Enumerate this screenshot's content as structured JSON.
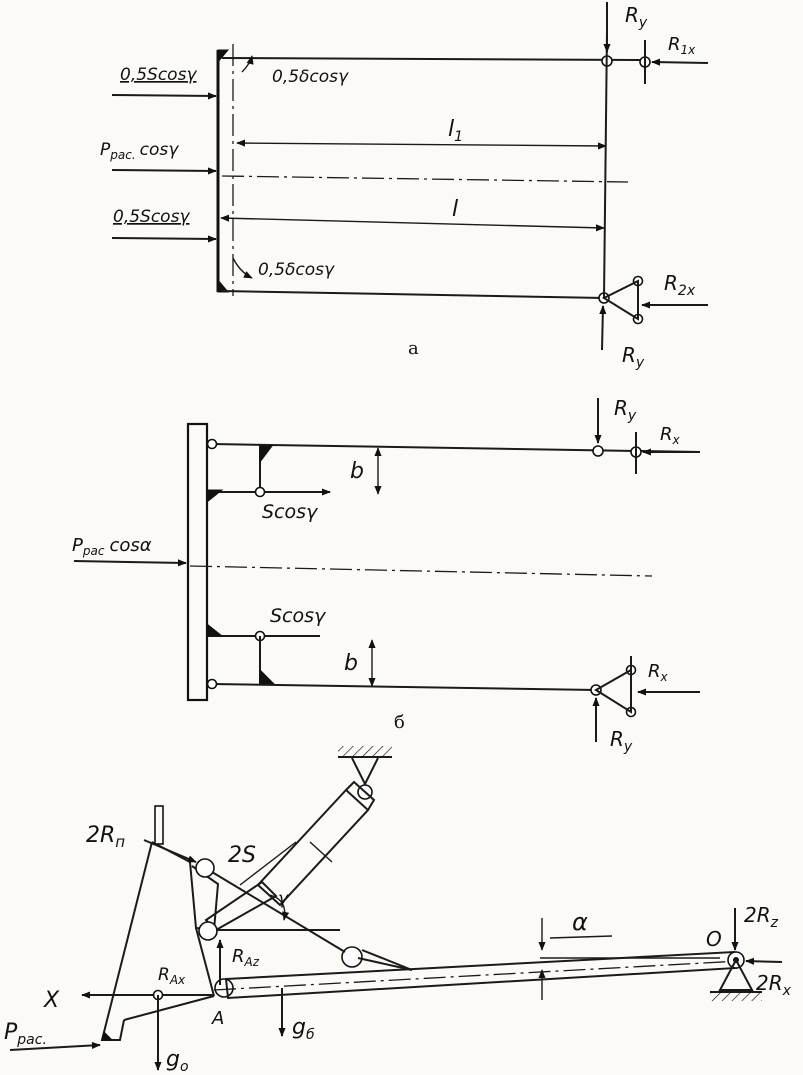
{
  "diagram_a": {
    "caption": "а",
    "labels": {
      "ry_top": "R",
      "ry_top_sub": "y",
      "r1x": "R",
      "r1x_sub": "1x",
      "s_top": "0,5Scosγ",
      "moment_top": "0,5δcosγ",
      "p_rac": "P",
      "p_rac_sub": "рас.",
      "p_rac_tail": "cosγ",
      "l1": "l",
      "l1_sub": "1",
      "l": "l",
      "s_bottom": "0,5Scosγ",
      "moment_bottom": "0,5δcosγ",
      "r2x": "R",
      "r2x_sub": "2x",
      "ry_bottom": "R",
      "ry_bottom_sub": "y"
    }
  },
  "diagram_b": {
    "caption": "б",
    "labels": {
      "ry_top": "R",
      "ry_top_sub": "y",
      "rx_top": "R",
      "rx_top_sub": "x",
      "b_top": "b",
      "s_top": "Scosγ",
      "p_rac": "P",
      "p_rac_sub": "рас",
      "p_rac_tail": "cosα",
      "s_bottom": "Scosγ",
      "b_bottom": "b",
      "rx_bottom": "R",
      "rx_bottom_sub": "x",
      "ry_bottom": "R",
      "ry_bottom_sub": "y"
    }
  },
  "diagram_c": {
    "labels": {
      "r_n": "2R",
      "r_n_sub": "п",
      "s": "2S",
      "gamma": "γ",
      "r_az": "R",
      "r_az_sub": "Az",
      "r_ax": "R",
      "r_ax_sub": "Ax",
      "x_axis": "X",
      "p_rac": "P",
      "p_rac_sub": "рас.",
      "a_point": "A",
      "g_o": "g",
      "g_o_sub": "o",
      "g_b": "g",
      "g_b_sub": "б",
      "alpha": "α",
      "o_point": "O",
      "r_z": "2R",
      "r_z_sub": "z",
      "r_x": "2R",
      "r_x_sub": "x"
    }
  }
}
